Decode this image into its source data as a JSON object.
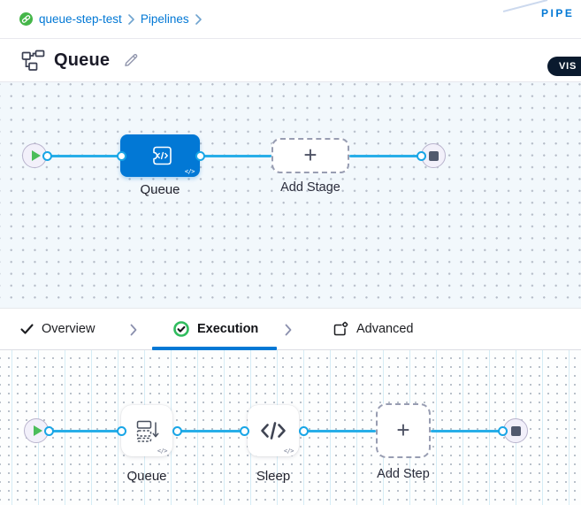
{
  "breadcrumb": {
    "project": "queue-step-test",
    "section": "Pipelines"
  },
  "corner_ribbon": "PIPE",
  "header": {
    "title": "Queue",
    "view_toggle": "VIS"
  },
  "stage_canvas": {
    "stage": {
      "label": "Queue",
      "icon": "ci-stage-icon",
      "code_badge": "</>"
    },
    "add_stage": {
      "label": "Add Stage",
      "plus": "+"
    }
  },
  "tabs": {
    "overview": "Overview",
    "execution": "Execution",
    "advanced": "Advanced"
  },
  "execution_canvas": {
    "steps": [
      {
        "label": "Queue",
        "icon": "queue-icon",
        "code_badge": "</>"
      },
      {
        "label": "Sleep",
        "icon": "code-brackets-icon",
        "code_badge": "</>"
      }
    ],
    "add_step": {
      "label": "Add Step",
      "plus": "+"
    }
  },
  "colors": {
    "accent_blue": "#0278d5",
    "connector_blue": "#27aee8",
    "brand_green": "#45b649",
    "success_green": "#2fbc5d",
    "canvas_tint": "#f2f8fc",
    "toggle_dark": "#0a1a2e"
  }
}
